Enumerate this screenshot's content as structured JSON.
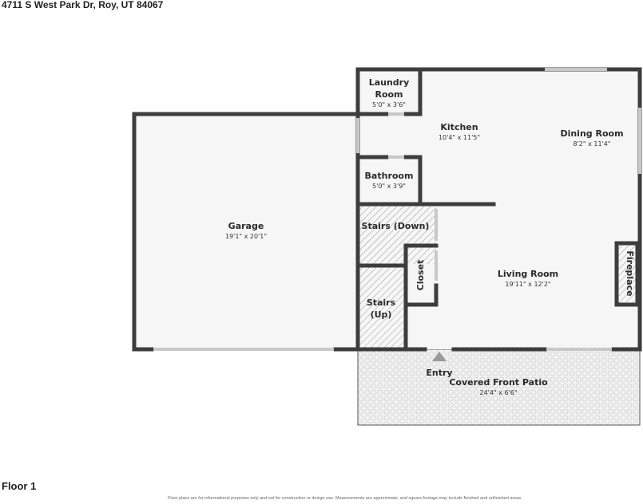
{
  "address": "4711 S West Park Dr, Roy, UT 84067",
  "floor_label": "Floor 1",
  "disclaimer": "Floor plans are for informational purposes only and not for construction or design use. Measurements are approximate, and square footage may include finished and unfinished areas.",
  "rooms": {
    "garage": {
      "name": "Garage",
      "dims": "19'1\" x 20'1\""
    },
    "laundry": {
      "name_line1": "Laundry",
      "name_line2": "Room",
      "dims": "5'0\" x 3'6\""
    },
    "kitchen": {
      "name": "Kitchen",
      "dims": "10'4\" x 11'5\""
    },
    "dining": {
      "name": "Dining Room",
      "dims": "8'2\" x 11'4\""
    },
    "bathroom": {
      "name": "Bathroom",
      "dims": "5'0\" x 3'9\""
    },
    "stairs_down": {
      "name": "Stairs (Down)"
    },
    "closet": {
      "name": "Closet"
    },
    "stairs_up": {
      "name_line1": "Stairs",
      "name_line2": "(Up)"
    },
    "living": {
      "name": "Living Room",
      "dims": "19'11\" x 12'2\""
    },
    "fireplace": {
      "name": "Fireplace"
    },
    "entry": {
      "name": "Entry"
    },
    "patio": {
      "name": "Covered Front Patio",
      "dims": "24'4\" x 6'6\""
    }
  }
}
